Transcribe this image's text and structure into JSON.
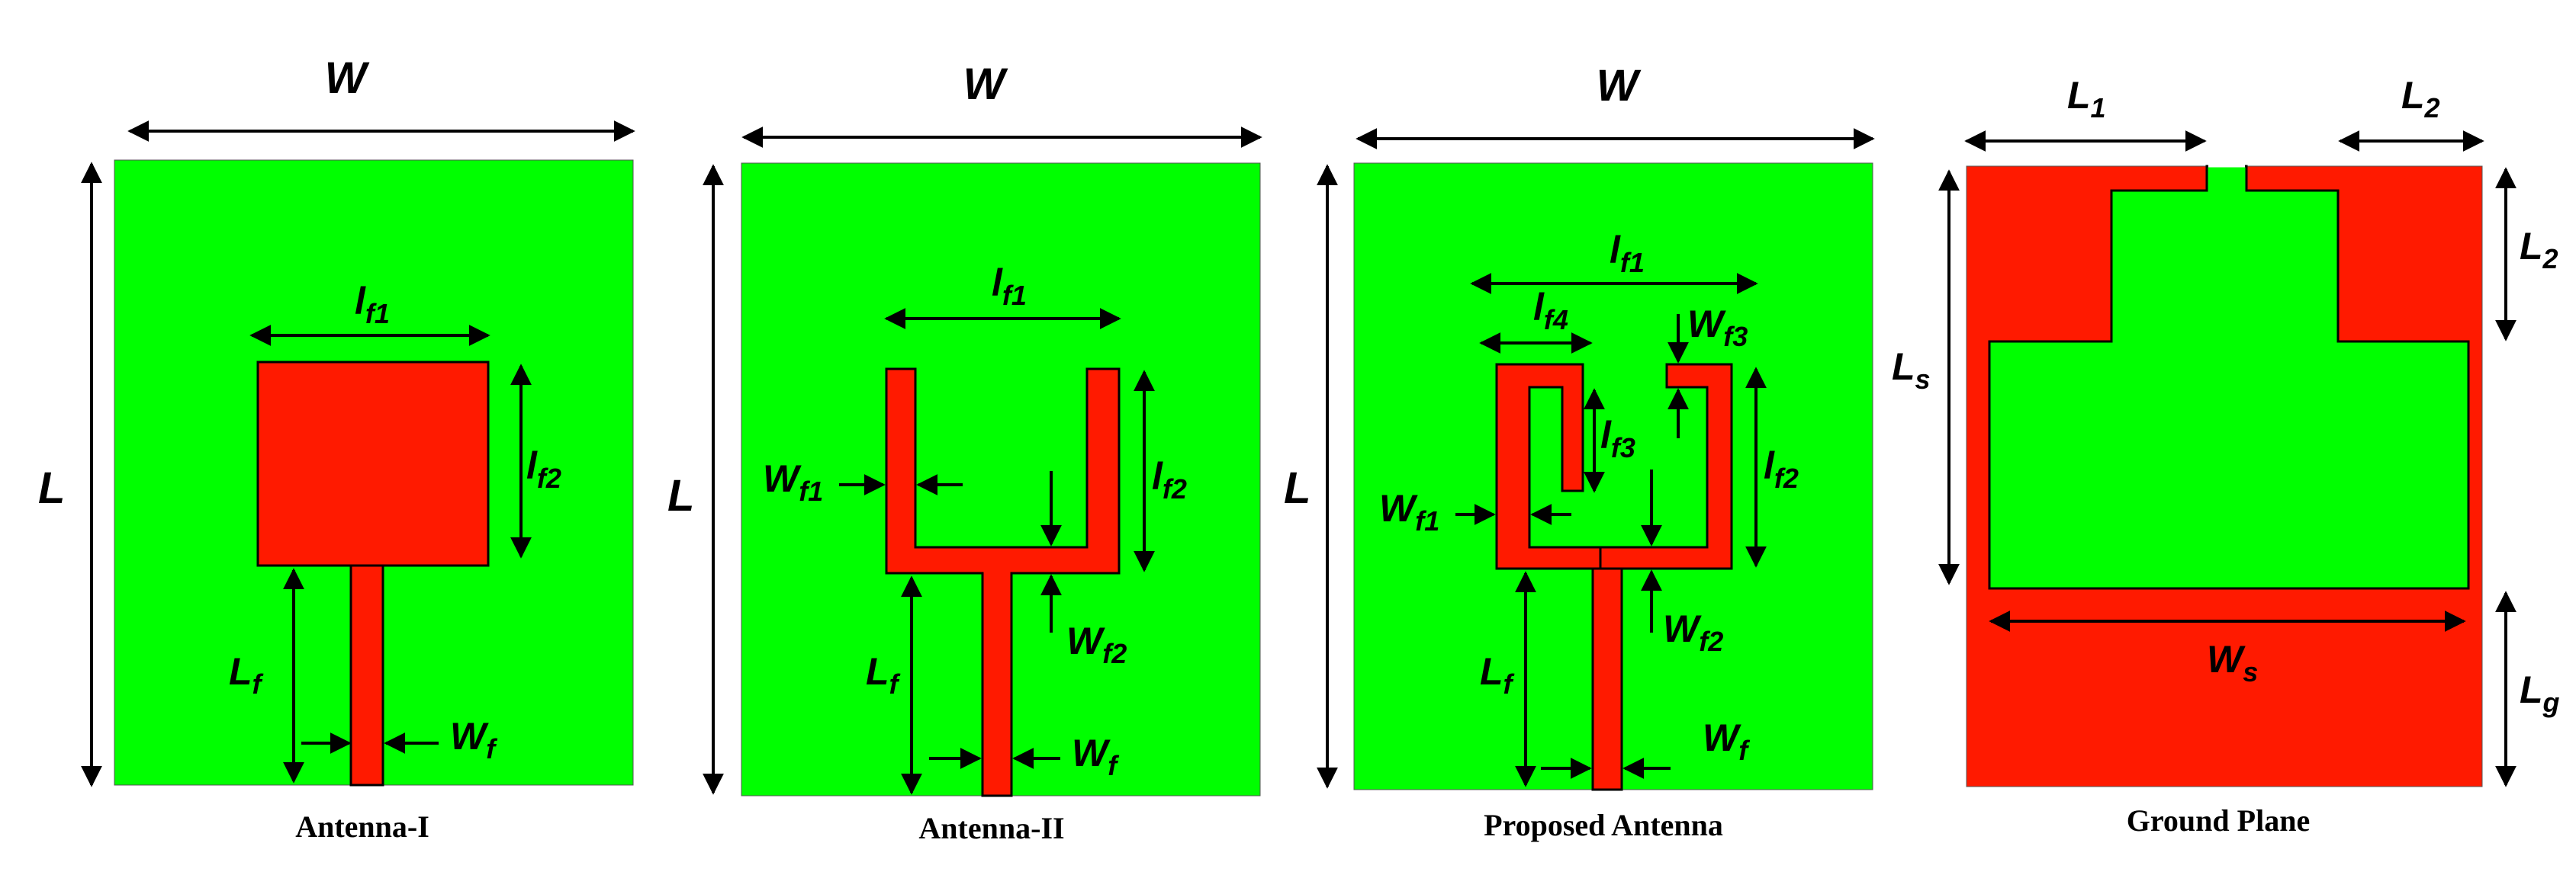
{
  "colors": {
    "substrate": "#00ff00",
    "copper": "#ff1a00",
    "line": "#000000",
    "background": "#ffffff"
  },
  "panels": [
    {
      "caption": "Antenna-I",
      "labels": {
        "W": "W",
        "L": "L",
        "lf1_main": "l",
        "lf1_sub": "f1",
        "lf2_main": "l",
        "lf2_sub": "f2",
        "Lf_main": "L",
        "Lf_sub": "f",
        "Wf_main": "W",
        "Wf_sub": "f"
      }
    },
    {
      "caption": "Antenna-II",
      "labels": {
        "W": "W",
        "L": "L",
        "lf1_main": "l",
        "lf1_sub": "f1",
        "lf2_main": "l",
        "lf2_sub": "f2",
        "Wf1_main": "W",
        "Wf1_sub": "f1",
        "Wf2_main": "W",
        "Wf2_sub": "f2",
        "Lf_main": "L",
        "Lf_sub": "f",
        "Wf_main": "W",
        "Wf_sub": "f"
      }
    },
    {
      "caption": "Proposed Antenna",
      "labels": {
        "W": "W",
        "L": "L",
        "lf1_main": "l",
        "lf1_sub": "f1",
        "lf4_main": "l",
        "lf4_sub": "f4",
        "Wf3_main": "W",
        "Wf3_sub": "f3",
        "lf3_main": "l",
        "lf3_sub": "f3",
        "lf2_main": "l",
        "lf2_sub": "f2",
        "Wf1_main": "W",
        "Wf1_sub": "f1",
        "Wf2_main": "W",
        "Wf2_sub": "f2",
        "Lf_main": "L",
        "Lf_sub": "f",
        "Wf_main": "W",
        "Wf_sub": "f"
      }
    },
    {
      "caption": "Ground Plane",
      "labels": {
        "L1_main": "L",
        "L1_sub": "1",
        "L2top_main": "L",
        "L2top_sub": "2",
        "L2side_main": "L",
        "L2side_sub": "2",
        "Ls_main": "L",
        "Ls_sub": "s",
        "Ws_main": "W",
        "Ws_sub": "s",
        "Lg_main": "L",
        "Lg_sub": "g"
      }
    }
  ]
}
